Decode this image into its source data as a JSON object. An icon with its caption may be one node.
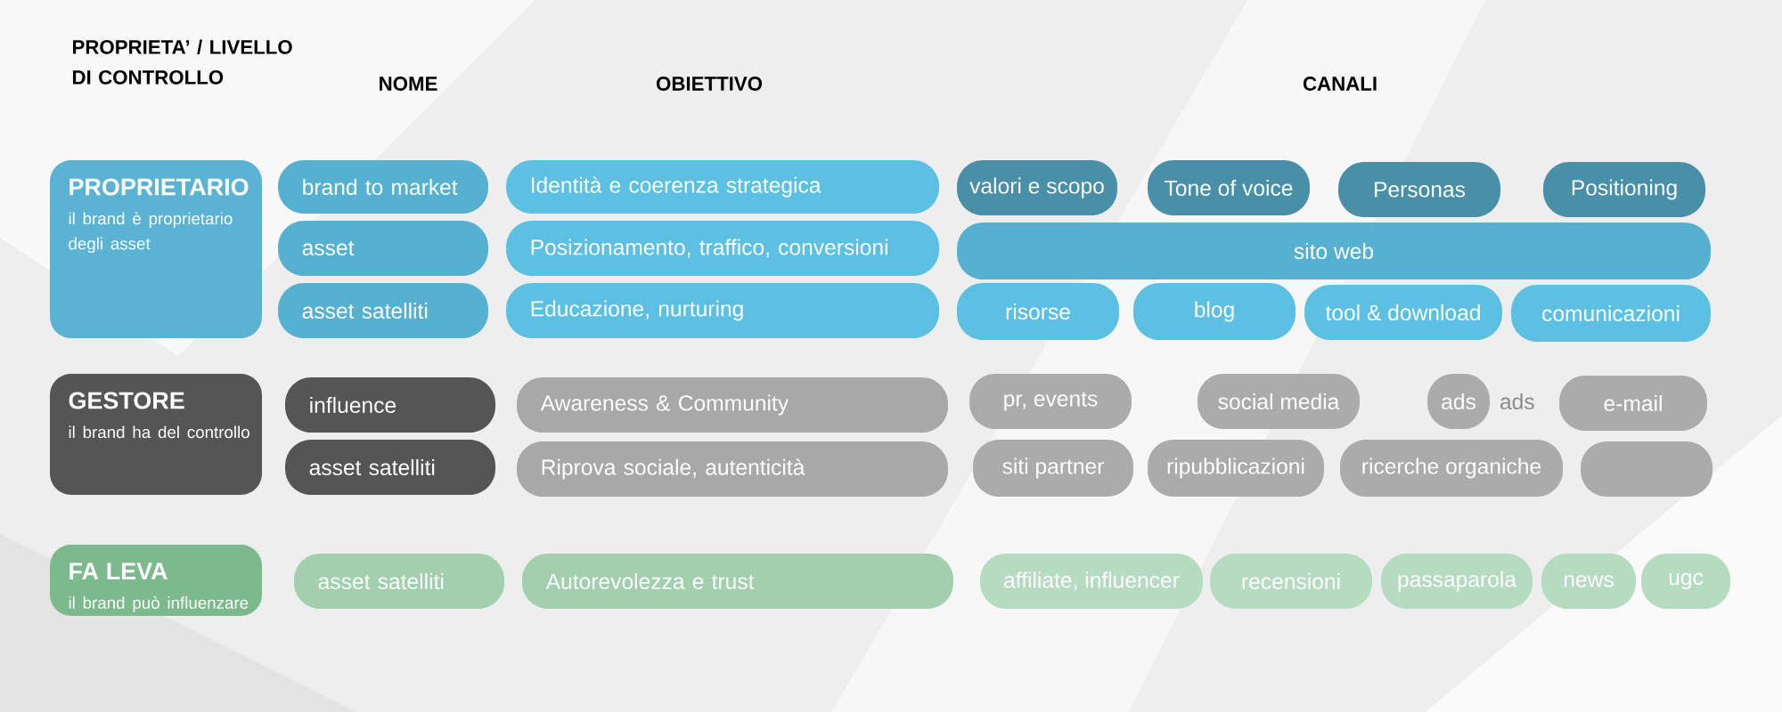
{
  "diagram": {
    "nodes": [
      {
        "text": [
          "PROPRIETARIO",
          "il brand è proprietario degli asset"
        ]
      },
      {
        "text": [
          "brand to market"
        ]
      },
      {
        "text": [
          "asset"
        ]
      },
      {
        "text": [
          "asset satelliti"
        ]
      },
      {
        "text": [
          "Identità e coerenza strategica"
        ]
      },
      {
        "text": [
          "Posizionamento, traffico, conversioni"
        ]
      },
      {
        "text": [
          "Educazione, nurturing"
        ]
      },
      {
        "text": [
          "valori e scopo"
        ]
      },
      {
        "text": [
          "Tone of voice"
        ]
      },
      {
        "text": [
          "Personas"
        ]
      },
      {
        "text": [
          "Positioning"
        ]
      },
      {
        "text": [
          "sito web"
        ]
      },
      {
        "text": [
          "risorse"
        ]
      },
      {
        "text": [
          "blog"
        ]
      },
      {
        "text": [
          "tool & download"
        ]
      },
      {
        "text": [
          "comunicazioni"
        ]
      },
      {
        "text": [
          "GESTORE",
          "il brand ha del controllo"
        ]
      },
      {
        "text": [
          "influence"
        ]
      },
      {
        "text": [
          "asset satelliti"
        ]
      },
      {
        "text": [
          "Awareness & Community"
        ]
      },
      {
        "text": [
          "Riprova sociale, autenticità"
        ]
      },
      {
        "text": [
          "pr, events"
        ]
      },
      {
        "text": [
          "social media"
        ]
      },
      {
        "text": [
          "ads"
        ],
        "beside": [
          "ads"
        ]
      },
      {
        "text": [
          "e-mail"
        ]
      },
      {
        "text": [
          "siti partner"
        ]
      },
      {
        "text": [
          "ripubblicazioni"
        ]
      },
      {
        "text": [
          "ricerche organiche"
        ]
      },
      {
        "text": [],
        "shape": "box"
      },
      {
        "text": [
          "FA LEVA",
          "il brand può influenzare"
        ]
      },
      {
        "text": [
          "asset satelliti"
        ]
      },
      {
        "text": [
          "Autorevolezza e trust"
        ]
      },
      {
        "text": [
          "affiliate, influencer"
        ]
      },
      {
        "text": [
          "recensioni"
        ]
      },
      {
        "text": [
          "passaparola"
        ]
      },
      {
        "text": [
          "news"
        ]
      },
      {
        "text": [
          "ugc"
        ]
      }
    ],
    "labels": [
      "PROPRIETA’ / LIVELLO DI CONTROLLO",
      "NOME",
      "OBIETTIVO",
      "CANALI"
    ]
  }
}
